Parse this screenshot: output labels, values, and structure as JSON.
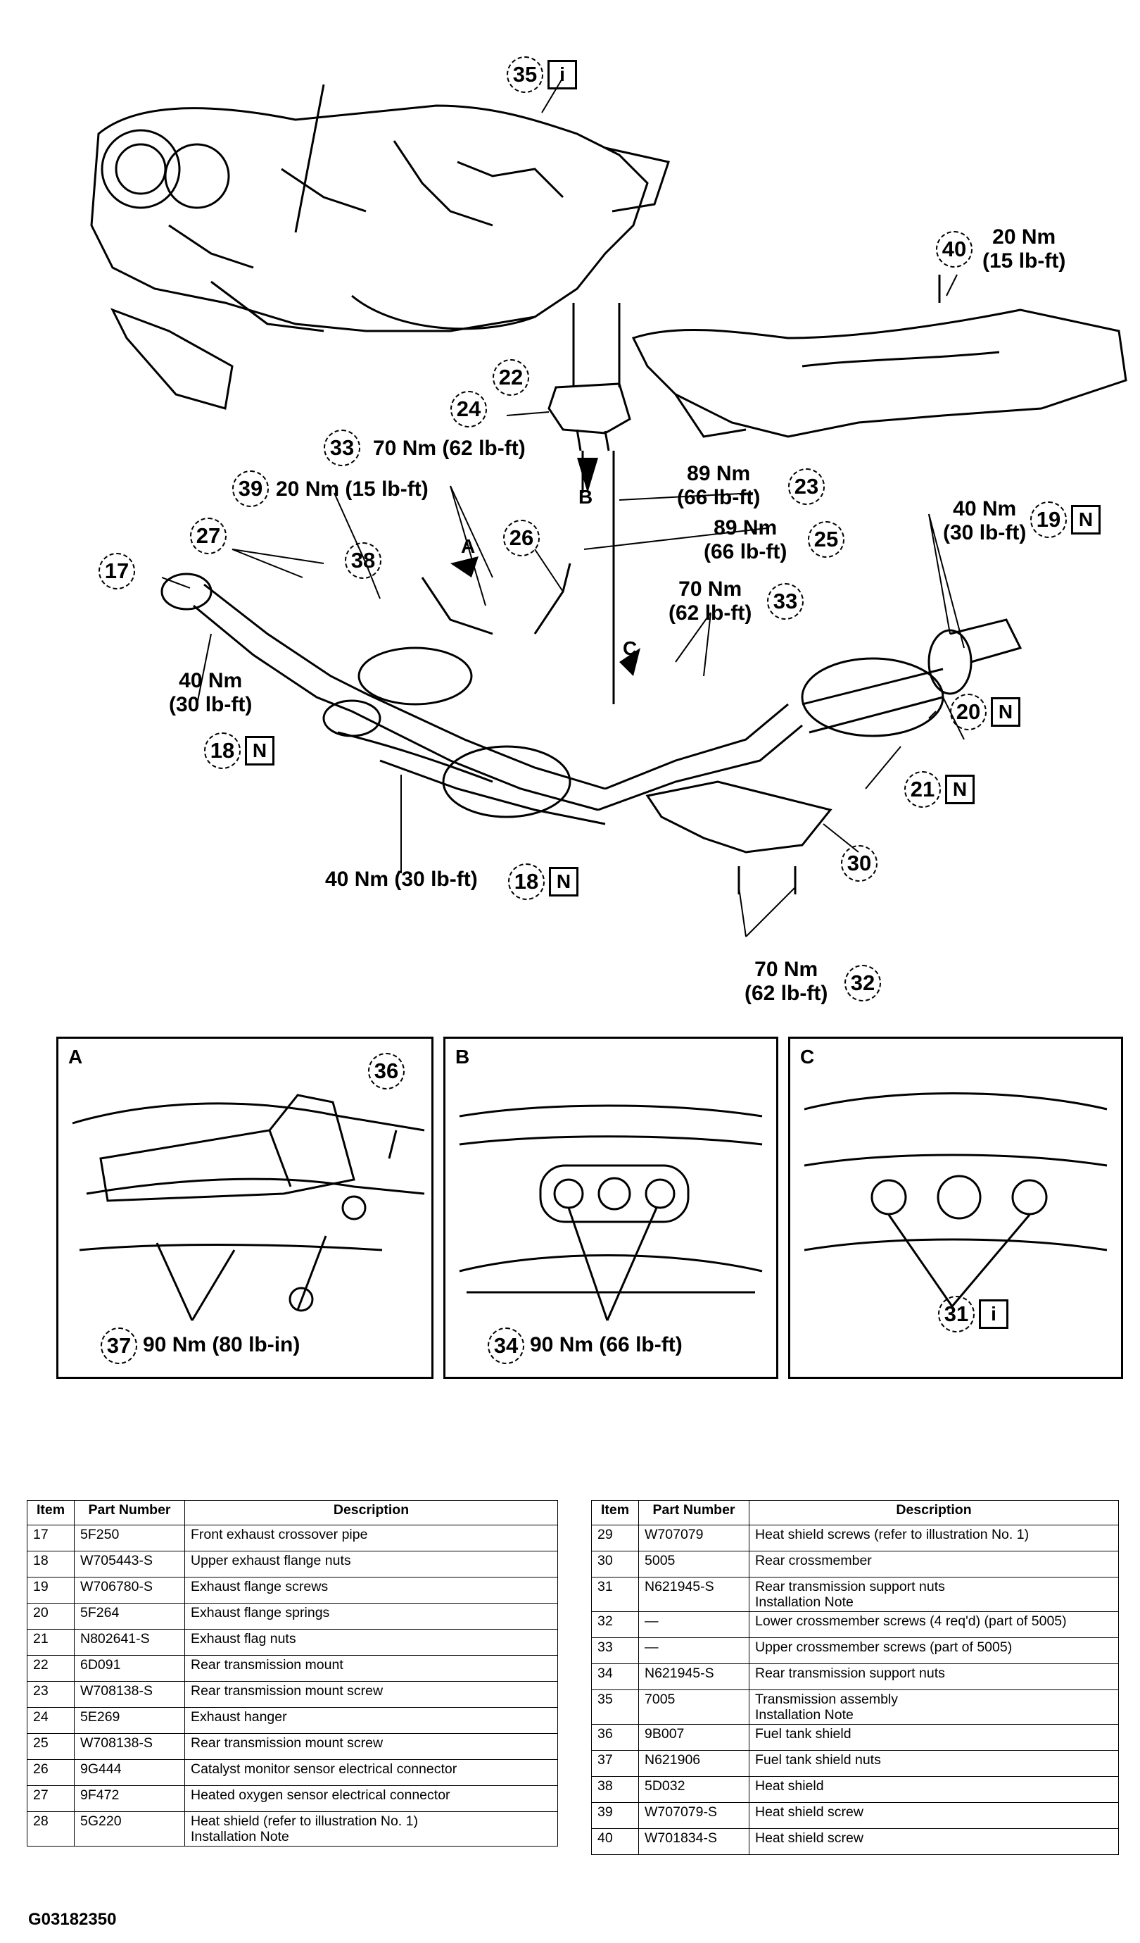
{
  "callouts": {
    "c35": "35",
    "c40": "40",
    "c22": "22",
    "c24": "24",
    "c33a": "33",
    "c39": "39",
    "c27": "27",
    "c38": "38",
    "c26": "26",
    "c17": "17",
    "c23": "23",
    "c25": "25",
    "c19": "19",
    "c33b": "33",
    "c18a": "18",
    "c18b": "18",
    "c20": "20",
    "c21": "21",
    "c30": "30",
    "c32": "32",
    "c36": "36",
    "c37": "37",
    "c34": "34",
    "c31": "31"
  },
  "tags": {
    "info": "i",
    "new": "N"
  },
  "torques": {
    "t40": "20 Nm\n(15 lb-ft)",
    "t33a": "70 Nm (62 lb-ft)",
    "t39": "20 Nm (15 lb-ft)",
    "t23": "89 Nm\n(66 lb-ft)",
    "t25": "89 Nm\n(66 lb-ft)",
    "t19": "40 Nm\n(30 lb-ft)",
    "t33b": "70 Nm\n(62 lb-ft)",
    "t18a": "40 Nm\n(30 lb-ft)",
    "t18b": "40 Nm (30 lb-ft)",
    "t32": "70 Nm\n(62 lb-ft)",
    "t37": "90 Nm (80 lb-in)",
    "t34": "90 Nm (66 lb-ft)"
  },
  "view_labels": {
    "a": "A",
    "b": "B",
    "c": "C"
  },
  "details": {
    "a": "A",
    "b": "B",
    "c": "C"
  },
  "table": {
    "headers": {
      "item": "Item",
      "part": "Part Number",
      "desc": "Description"
    },
    "left": [
      {
        "item": "17",
        "part": "5F250",
        "desc": "Front exhaust crossover pipe",
        "sub": ""
      },
      {
        "item": "18",
        "part": "W705443-S",
        "desc": "Upper exhaust flange nuts",
        "sub": ""
      },
      {
        "item": "19",
        "part": "W706780-S",
        "desc": "Exhaust flange screws",
        "sub": ""
      },
      {
        "item": "20",
        "part": "5F264",
        "desc": "Exhaust flange springs",
        "sub": ""
      },
      {
        "item": "21",
        "part": "N802641-S",
        "desc": "Exhaust flag nuts",
        "sub": ""
      },
      {
        "item": "22",
        "part": "6D091",
        "desc": "Rear transmission mount",
        "sub": ""
      },
      {
        "item": "23",
        "part": "W708138-S",
        "desc": "Rear transmission mount screw",
        "sub": ""
      },
      {
        "item": "24",
        "part": "5E269",
        "desc": "Exhaust hanger",
        "sub": ""
      },
      {
        "item": "25",
        "part": "W708138-S",
        "desc": "Rear transmission mount screw",
        "sub": ""
      },
      {
        "item": "26",
        "part": "9G444",
        "desc": "Catalyst monitor sensor electrical connector",
        "sub": ""
      },
      {
        "item": "27",
        "part": "9F472",
        "desc": "Heated oxygen sensor electrical connector",
        "sub": ""
      },
      {
        "item": "28",
        "part": "5G220",
        "desc": "Heat shield (refer to illustration No. 1)",
        "sub": "Installation Note"
      }
    ],
    "right": [
      {
        "item": "29",
        "part": "W707079",
        "desc": "Heat shield screws (refer to illustration No. 1)",
        "sub": ""
      },
      {
        "item": "30",
        "part": "5005",
        "desc": "Rear crossmember",
        "sub": ""
      },
      {
        "item": "31",
        "part": "N621945-S",
        "desc": "Rear transmission support nuts",
        "sub": "Installation Note"
      },
      {
        "item": "32",
        "part": "—",
        "desc": "Lower crossmember screws (4 req'd) (part of 5005)",
        "sub": ""
      },
      {
        "item": "33",
        "part": "—",
        "desc": "Upper crossmember screws (part of 5005)",
        "sub": ""
      },
      {
        "item": "34",
        "part": "N621945-S",
        "desc": "Rear transmission support nuts",
        "sub": ""
      },
      {
        "item": "35",
        "part": "7005",
        "desc": "Transmission assembly",
        "sub": "Installation Note"
      },
      {
        "item": "36",
        "part": "9B007",
        "desc": "Fuel tank shield",
        "sub": ""
      },
      {
        "item": "37",
        "part": "N621906",
        "desc": "Fuel tank shield nuts",
        "sub": ""
      },
      {
        "item": "38",
        "part": "5D032",
        "desc": "Heat shield",
        "sub": ""
      },
      {
        "item": "39",
        "part": "W707079-S",
        "desc": "Heat shield screw",
        "sub": ""
      },
      {
        "item": "40",
        "part": "W701834-S",
        "desc": "Heat shield screw",
        "sub": ""
      }
    ]
  },
  "figure_code": "G03182350"
}
